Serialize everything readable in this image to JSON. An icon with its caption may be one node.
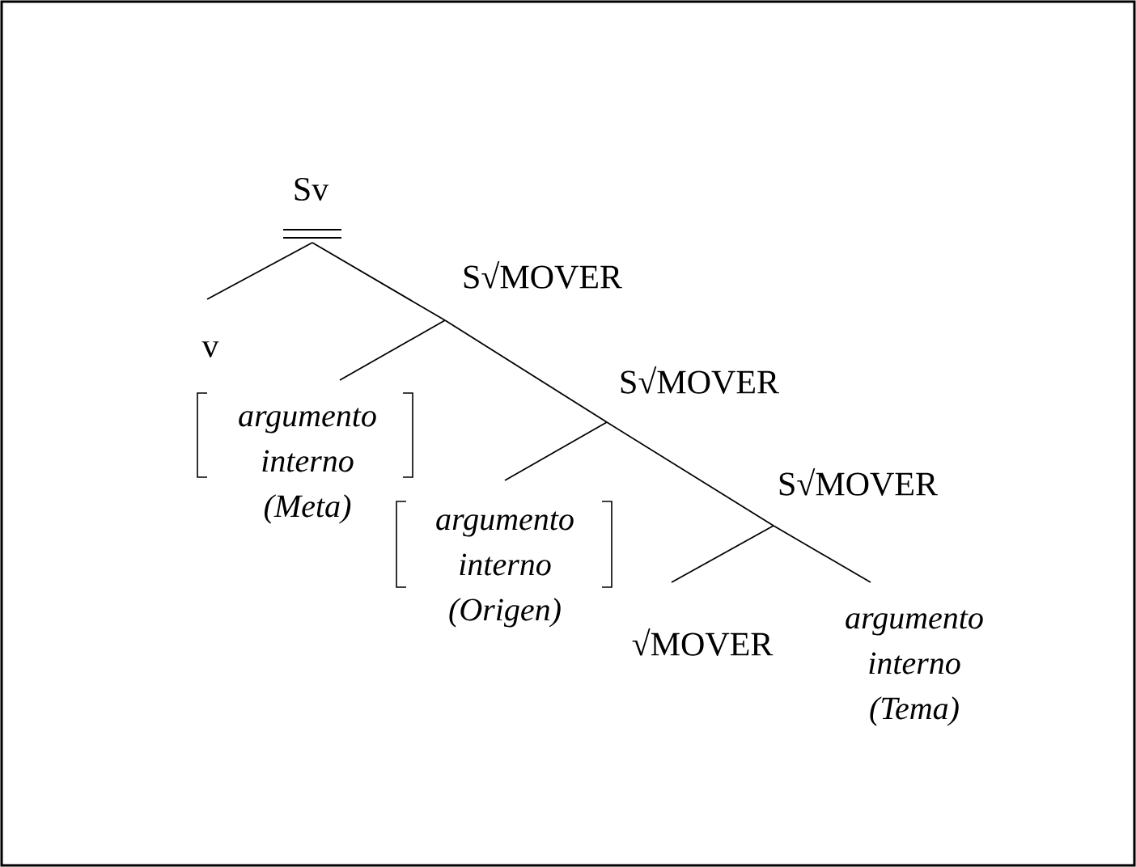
{
  "diagram": {
    "nodes": [
      {
        "text": [
          "Sv"
        ]
      },
      {
        "text": [
          "v"
        ]
      },
      {
        "text": [
          "S√MOVER"
        ]
      },
      {
        "text": [
          "argumento interno (Meta)"
        ]
      },
      {
        "text": [
          "S√MOVER"
        ]
      },
      {
        "text": [
          "argumento interno (Origen)"
        ]
      },
      {
        "text": [
          "S√MOVER"
        ]
      },
      {
        "text": [
          "√MOVER"
        ]
      },
      {
        "text": [
          "argumento interno (Tema)"
        ]
      }
    ],
    "edges": [
      {
        "from": 0,
        "to": 1,
        "arrow": "none"
      },
      {
        "from": 0,
        "to": 2,
        "arrow": "none"
      },
      {
        "from": 2,
        "to": 3,
        "arrow": "none"
      },
      {
        "from": 2,
        "to": 4,
        "arrow": "none"
      },
      {
        "from": 4,
        "to": 5,
        "arrow": "none"
      },
      {
        "from": 4,
        "to": 6,
        "arrow": "none"
      },
      {
        "from": 6,
        "to": 7,
        "arrow": "none"
      },
      {
        "from": 6,
        "to": 8,
        "arrow": "none"
      }
    ]
  }
}
